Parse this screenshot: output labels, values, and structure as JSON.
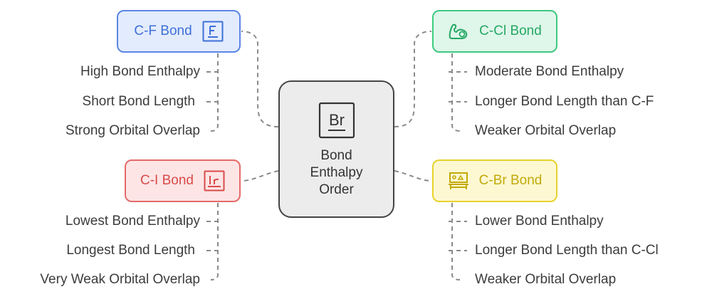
{
  "center": {
    "title": "Bond Enthalpy Order",
    "icon": "br-element-icon"
  },
  "branches": {
    "cf": {
      "label": "C-F Bond",
      "icon": "fluorine-element-icon",
      "color": "#3e6fd8",
      "items": [
        "High Bond Enthalpy",
        "Short Bond Length",
        "Strong Orbital Overlap"
      ]
    },
    "ccl": {
      "label": "C-Cl Bond",
      "icon": "flexed-arm-icon",
      "color": "#25a864",
      "items": [
        "Moderate Bond Enthalpy",
        "Longer Bond Length than C-F",
        "Weaker Orbital Overlap"
      ]
    },
    "ci": {
      "label": "C-I Bond",
      "icon": "iodine-element-icon",
      "color": "#d94b4b",
      "items": [
        "Lowest Bond Enthalpy",
        "Longest Bond Length",
        "Very Weak Orbital Overlap"
      ]
    },
    "cbr": {
      "label": "C-Br Bond",
      "icon": "workbench-icon",
      "color": "#c2a90a",
      "items": [
        "Lower Bond Enthalpy",
        "Longer Bond Length than C-Cl",
        "Weaker Orbital Overlap"
      ]
    }
  }
}
